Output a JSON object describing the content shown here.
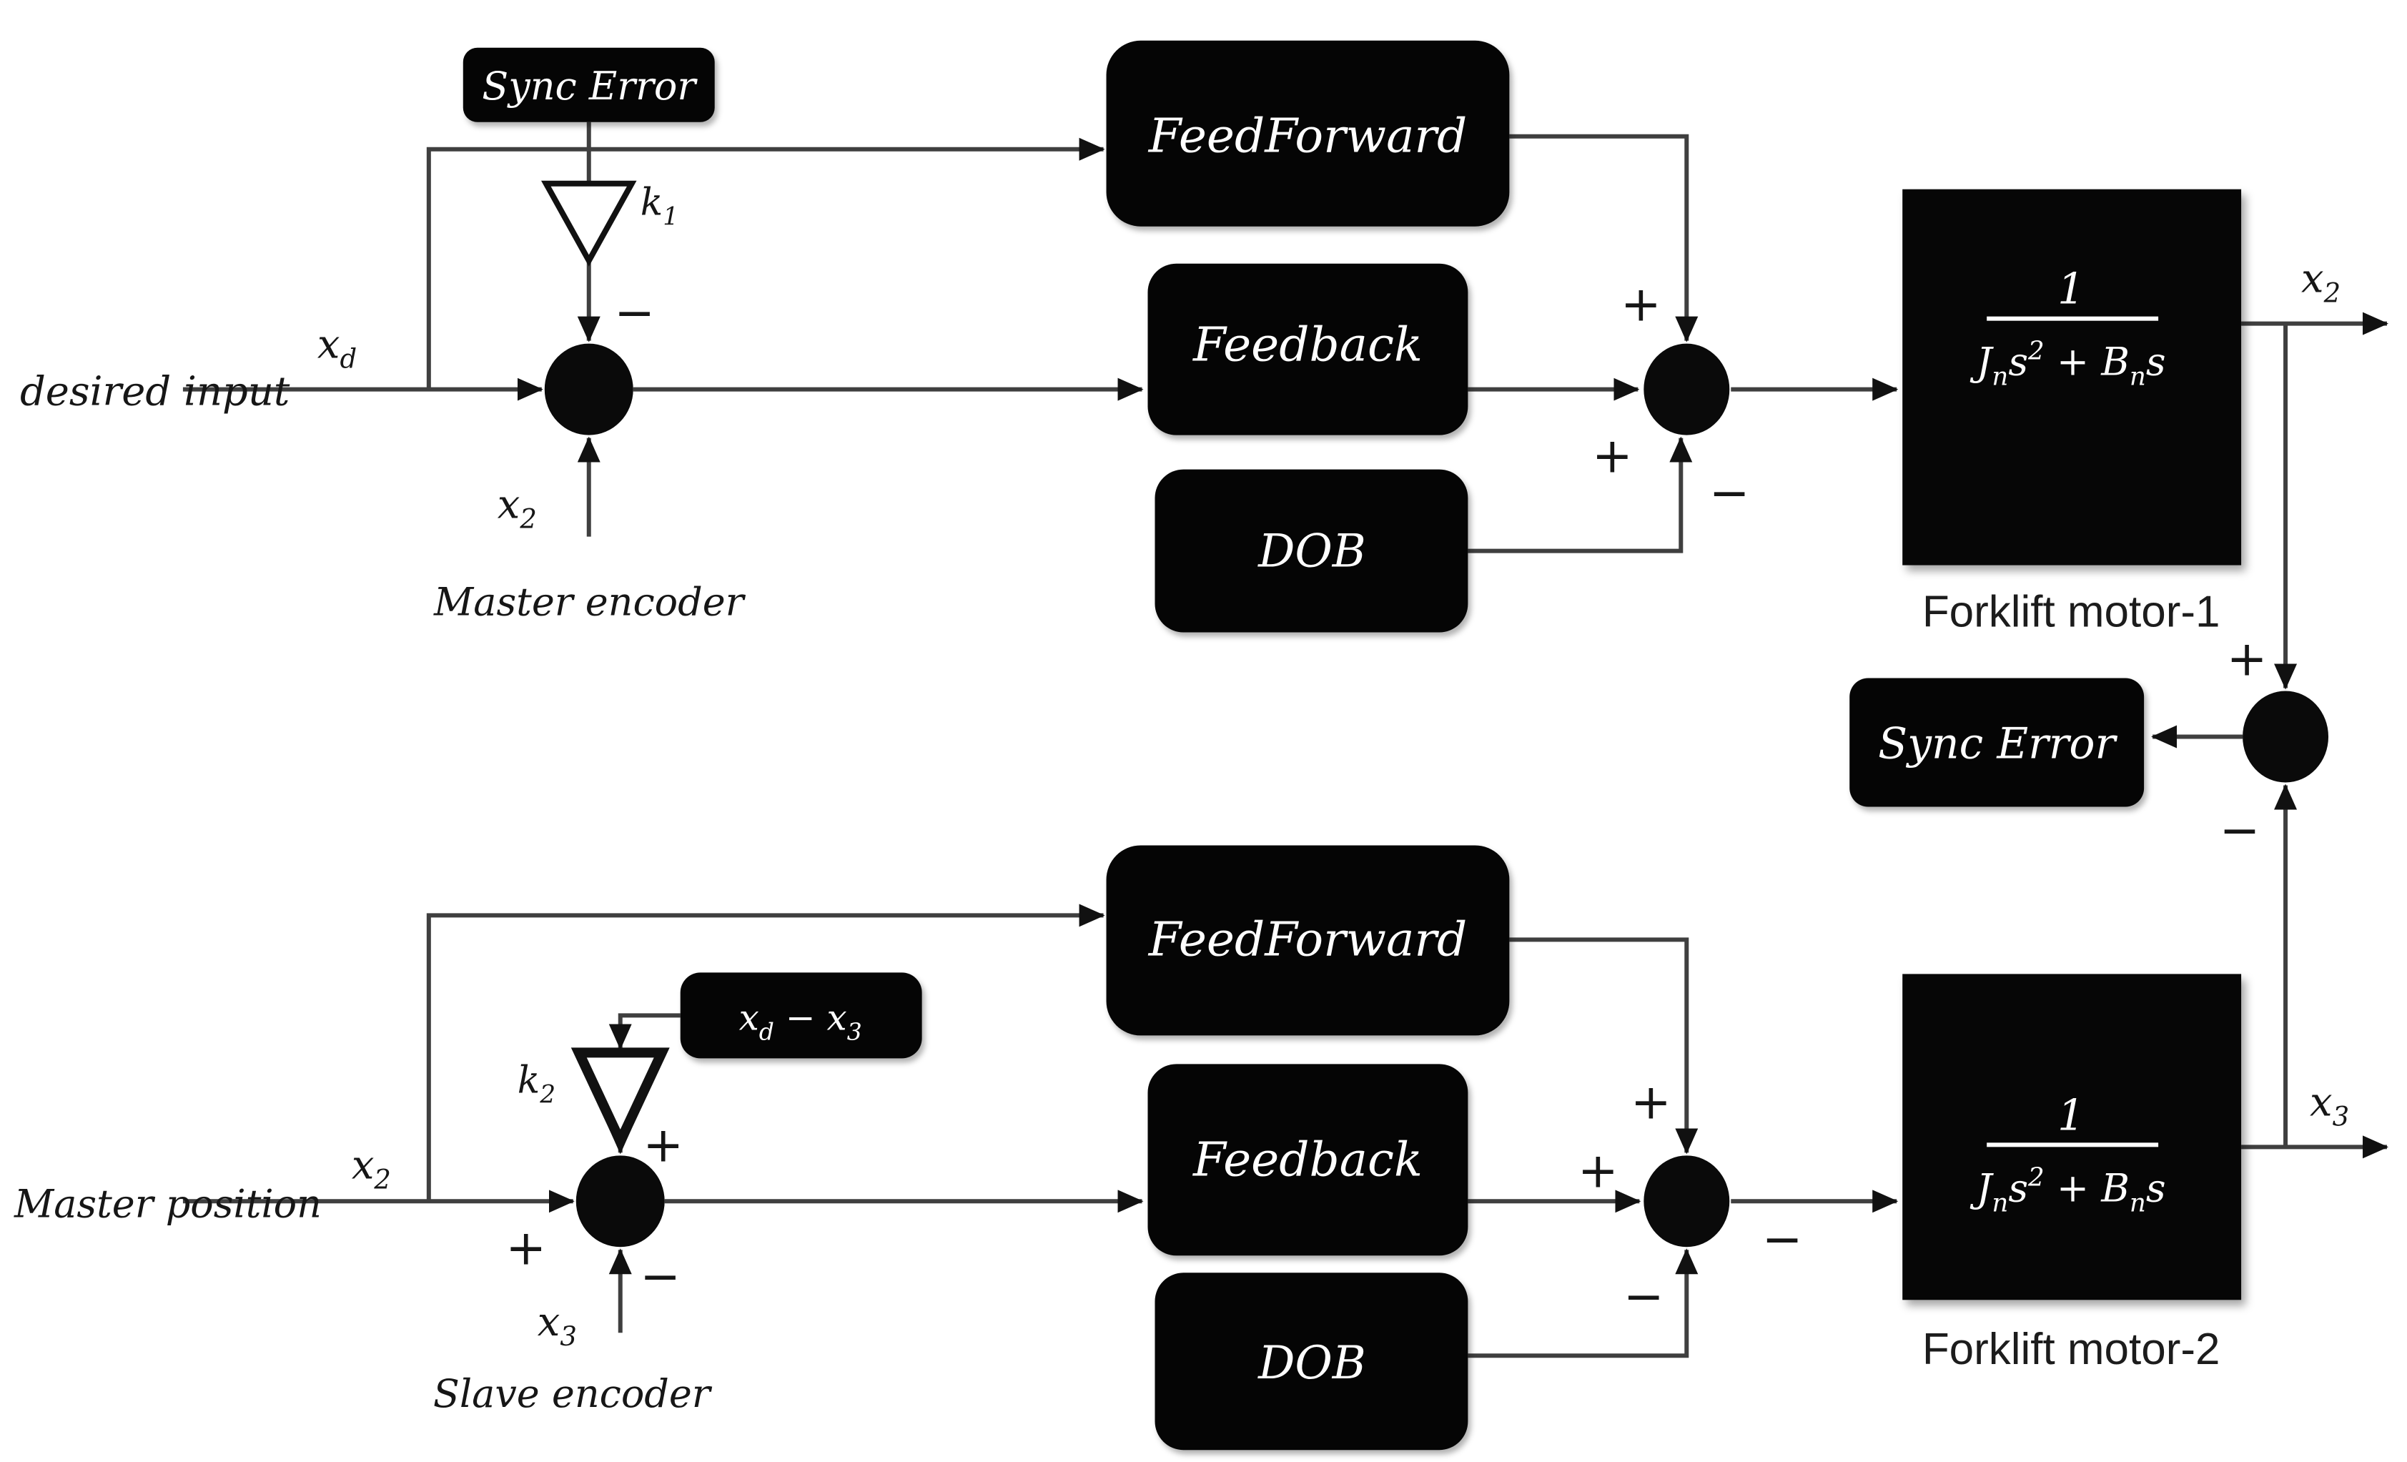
{
  "signs": {
    "plus": "+",
    "minus": "−"
  },
  "master_loop": {
    "sync_error_box_label": "Sync Error",
    "sync_gain": {
      "base": "k",
      "sub": "1"
    },
    "desired_input_label": "desired input",
    "desired_input_signal": {
      "base": "x",
      "sub": "d"
    },
    "master_encoder_label": "Master encoder",
    "master_encoder_signal": {
      "base": "x",
      "sub": "2"
    },
    "feedforward_label": "FeedForward",
    "feedback_label": "Feedback",
    "dob_label": "DOB",
    "plant_name": "Forklift motor-1",
    "output_signal": {
      "base": "x",
      "sub": "2"
    }
  },
  "slave_loop": {
    "offset_box": {
      "base1": "x",
      "sub1": "d",
      "mid": " − x",
      "sub2": "3"
    },
    "sync_gain": {
      "base": "k",
      "sub": "2"
    },
    "master_position_label": "Master position",
    "master_position_signal": {
      "base": "x",
      "sub": "2"
    },
    "slave_encoder_label": "Slave encoder",
    "slave_encoder_signal": {
      "base": "x",
      "sub": "3"
    },
    "feedforward_label": "FeedForward",
    "feedback_label": "Feedback",
    "dob_label": "DOB",
    "plant_name": "Forklift motor-2",
    "output_signal": {
      "base": "x",
      "sub": "3"
    }
  },
  "sync_comparator": {
    "box_label": "Sync Error"
  },
  "transfer_function": {
    "numerator": "1",
    "den_J": "J",
    "den_n1": "n",
    "den_s1": "s",
    "den_exp": "2",
    "den_plusB": " + B",
    "den_n2": "n",
    "den_s2": "s"
  }
}
